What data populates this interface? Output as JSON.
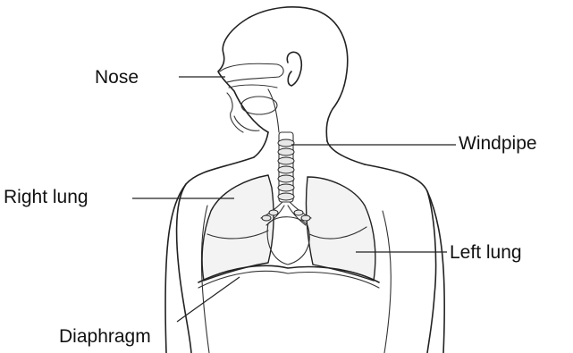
{
  "labels": {
    "nose": "Nose",
    "windpipe": "Windpipe",
    "right_lung": "Right lung",
    "left_lung": "Left lung",
    "diaphragm": "Diaphragm"
  },
  "colors": {
    "ink": "#222222",
    "background": "#ffffff"
  }
}
